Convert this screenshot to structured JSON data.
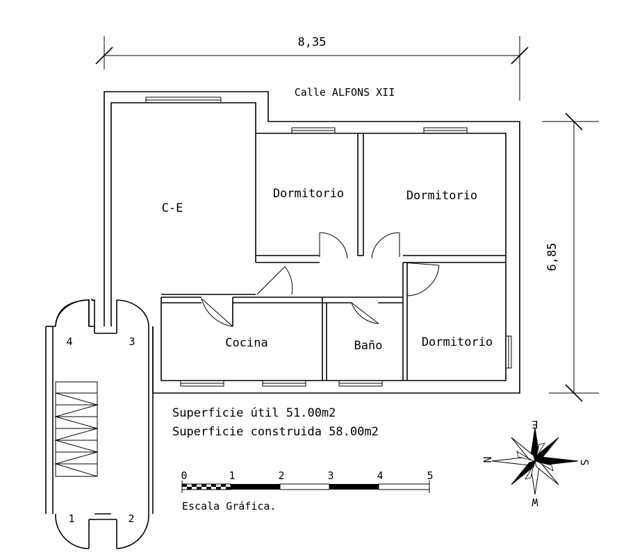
{
  "dimensions": {
    "width": "8,35",
    "height": "6,85"
  },
  "street": "Calle ALFONS XII",
  "rooms": {
    "living": "C-E",
    "bedroom_top_left": "Dormitorio",
    "bedroom_top_right": "Dormitorio",
    "bedroom_bottom_right": "Dormitorio",
    "kitchen": "Cocina",
    "bathroom": "Baño"
  },
  "stair_numbers": [
    "1",
    "2",
    "3",
    "4"
  ],
  "surfaces": {
    "useful": "Superficie útil 51.00m2",
    "built": "Superficie construida 58.00m2"
  },
  "scale": {
    "ticks": [
      "0",
      "1",
      "2",
      "3",
      "4",
      "5"
    ],
    "caption": "Escala Gráfica."
  },
  "compass": {
    "north": "N",
    "south": "S",
    "east": "E",
    "west": "W"
  }
}
